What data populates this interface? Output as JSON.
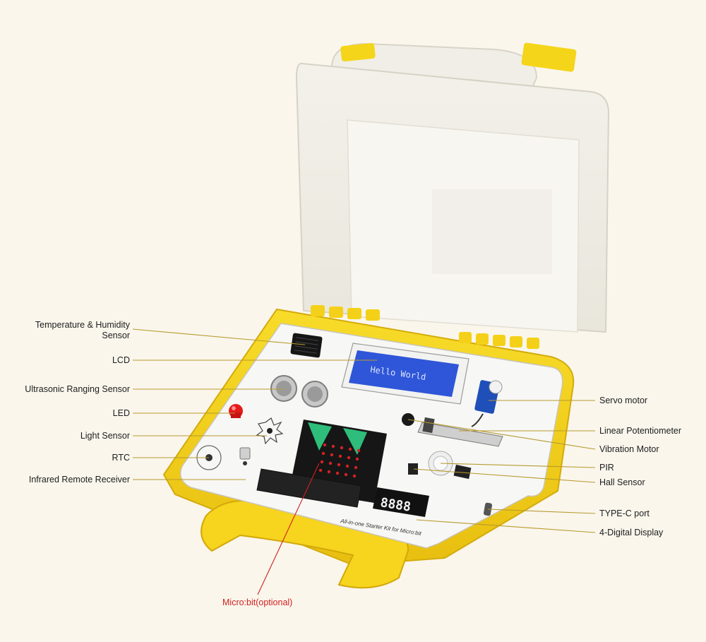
{
  "colors": {
    "background": "#faf6ec",
    "case_yellow": "#f6d61c",
    "leader_line": "#b89a2e",
    "highlight_line": "#d11f1f",
    "lcd_blue": "#2f56d8",
    "led_red": "#e31b1b"
  },
  "left_labels": [
    {
      "id": "temperature-humidity-sensor",
      "lines": [
        "Temperature & Humidity",
        "Sensor"
      ]
    },
    {
      "id": "lcd",
      "lines": [
        "LCD"
      ]
    },
    {
      "id": "ultrasonic-ranging-sensor",
      "lines": [
        "Ultrasonic Ranging Sensor"
      ]
    },
    {
      "id": "led",
      "lines": [
        "LED"
      ]
    },
    {
      "id": "light-sensor",
      "lines": [
        "Light Sensor"
      ]
    },
    {
      "id": "rtc",
      "lines": [
        "RTC"
      ]
    },
    {
      "id": "infrared-remote-receiver",
      "lines": [
        "Infrared Remote Receiver"
      ]
    }
  ],
  "right_labels": [
    {
      "id": "servo-motor",
      "lines": [
        "Servo motor"
      ]
    },
    {
      "id": "linear-potentiometer",
      "lines": [
        "Linear Potentiometer"
      ]
    },
    {
      "id": "vibration-motor",
      "lines": [
        "Vibration Motor"
      ]
    },
    {
      "id": "pir",
      "lines": [
        "PIR"
      ]
    },
    {
      "id": "hall-sensor",
      "lines": [
        "Hall Sensor"
      ]
    },
    {
      "id": "type-c-port",
      "lines": [
        "TYPE-C port"
      ]
    },
    {
      "id": "4-digital-display",
      "lines": [
        "4-Digital Display"
      ]
    }
  ],
  "bottom_label": {
    "id": "micro-bit-optional",
    "lines": [
      "Micro:bit(optional)"
    ]
  },
  "board": {
    "lcd_text": "Hello World",
    "display_digits": "8888",
    "footer_text": "All-in-one Starter Kit for Micro:bit"
  }
}
